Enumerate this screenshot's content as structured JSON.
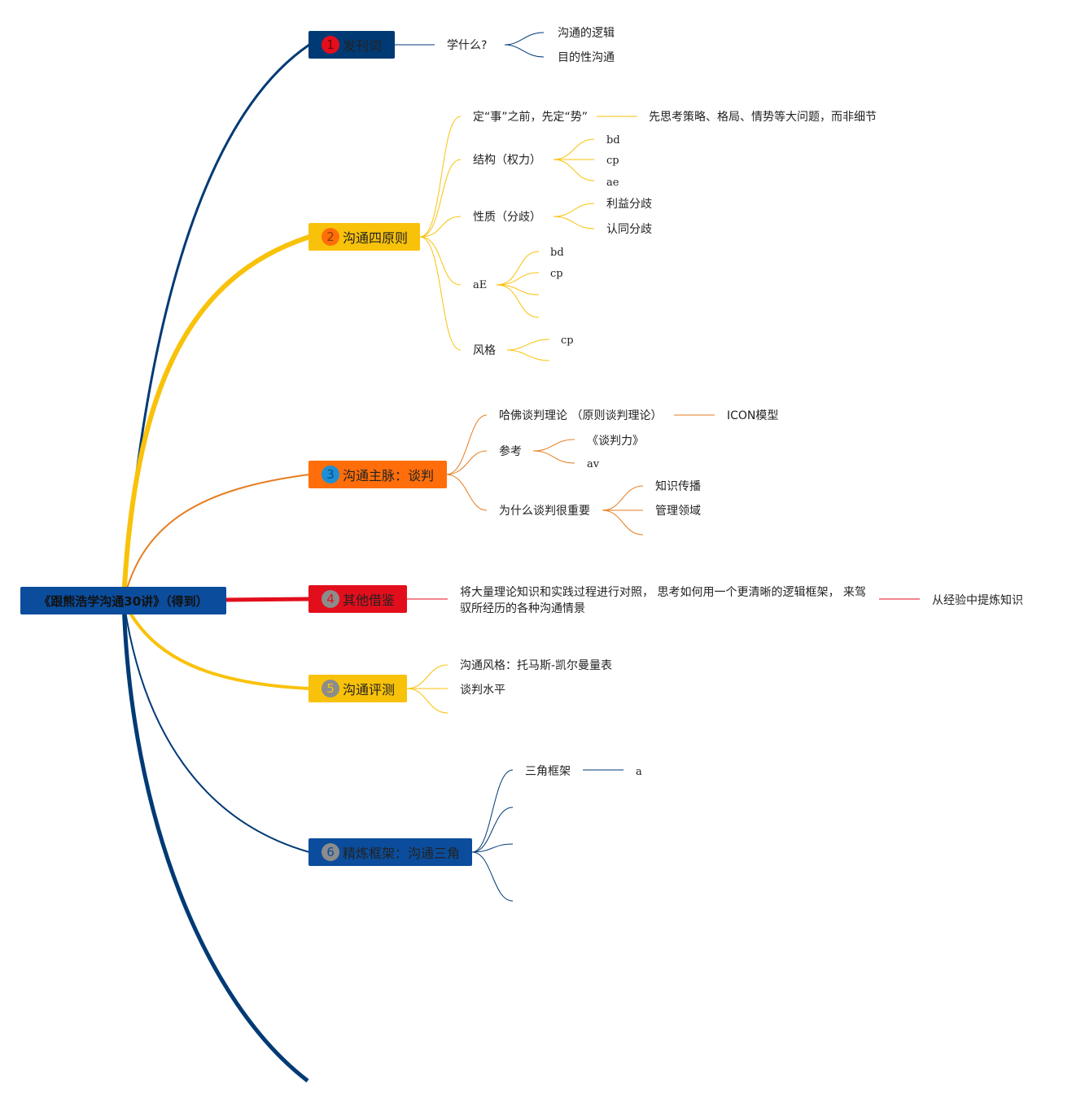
{
  "root": {
    "label": "《跟熊浩学沟通30讲》（得到）"
  },
  "colors": {
    "navy": "#003a75",
    "blue": "#0b4d9c",
    "yellow": "#f9c20a",
    "orange": "#ff6e0a",
    "red": "#e30e1c",
    "orangeLine": "#e67e22"
  },
  "branches": [
    {
      "num": "1",
      "label": "发刊词",
      "children": [
        {
          "label": "学什么?",
          "children": [
            "沟通的逻辑",
            "目的性沟通"
          ]
        }
      ]
    },
    {
      "num": "2",
      "label": "沟通四原则",
      "children": [
        {
          "label": "定“事”之前，先定“势”",
          "children": [
            "先思考策略、格局、情势等大问题，而非细节"
          ]
        },
        {
          "label": "结构（权力）",
          "children": [
            "bd",
            "cp",
            "ae"
          ]
        },
        {
          "label": "性质（分歧）",
          "children": [
            "利益分歧",
            "认同分歧"
          ]
        },
        {
          "label": "aE",
          "children": [
            "bd",
            "cp",
            "",
            ""
          ]
        },
        {
          "label": "风格",
          "children": [
            "cp",
            ""
          ]
        }
      ]
    },
    {
      "num": "3",
      "label": "沟通主脉：谈判",
      "children": [
        {
          "label": "哈佛谈判理论 （原则谈判理论）",
          "children": [
            "ICON模型"
          ]
        },
        {
          "label": "参考",
          "children": [
            "《谈判力》",
            "av"
          ]
        },
        {
          "label": "为什么谈判很重要",
          "children": [
            "知识传播",
            "管理领域",
            ""
          ]
        }
      ]
    },
    {
      "num": "4",
      "label": "其他借鉴",
      "children": [
        {
          "label": "将大量理论知识和实践过程进行对照， 思考如何用一个更清晰的逻辑框架， 来驾驭所经历的各种沟通情景",
          "children": [
            "从经验中提炼知识"
          ]
        }
      ]
    },
    {
      "num": "5",
      "label": "沟通评测",
      "children": [
        {
          "label": "沟通风格：托马斯-凯尔曼量表"
        },
        {
          "label": "谈判水平"
        },
        {
          "label": ""
        }
      ]
    },
    {
      "num": "6",
      "label": "精炼框架：沟通三角",
      "children": [
        {
          "label": "三角框架",
          "children": [
            "a"
          ]
        },
        {
          "label": ""
        },
        {
          "label": ""
        },
        {
          "label": ""
        }
      ]
    }
  ]
}
